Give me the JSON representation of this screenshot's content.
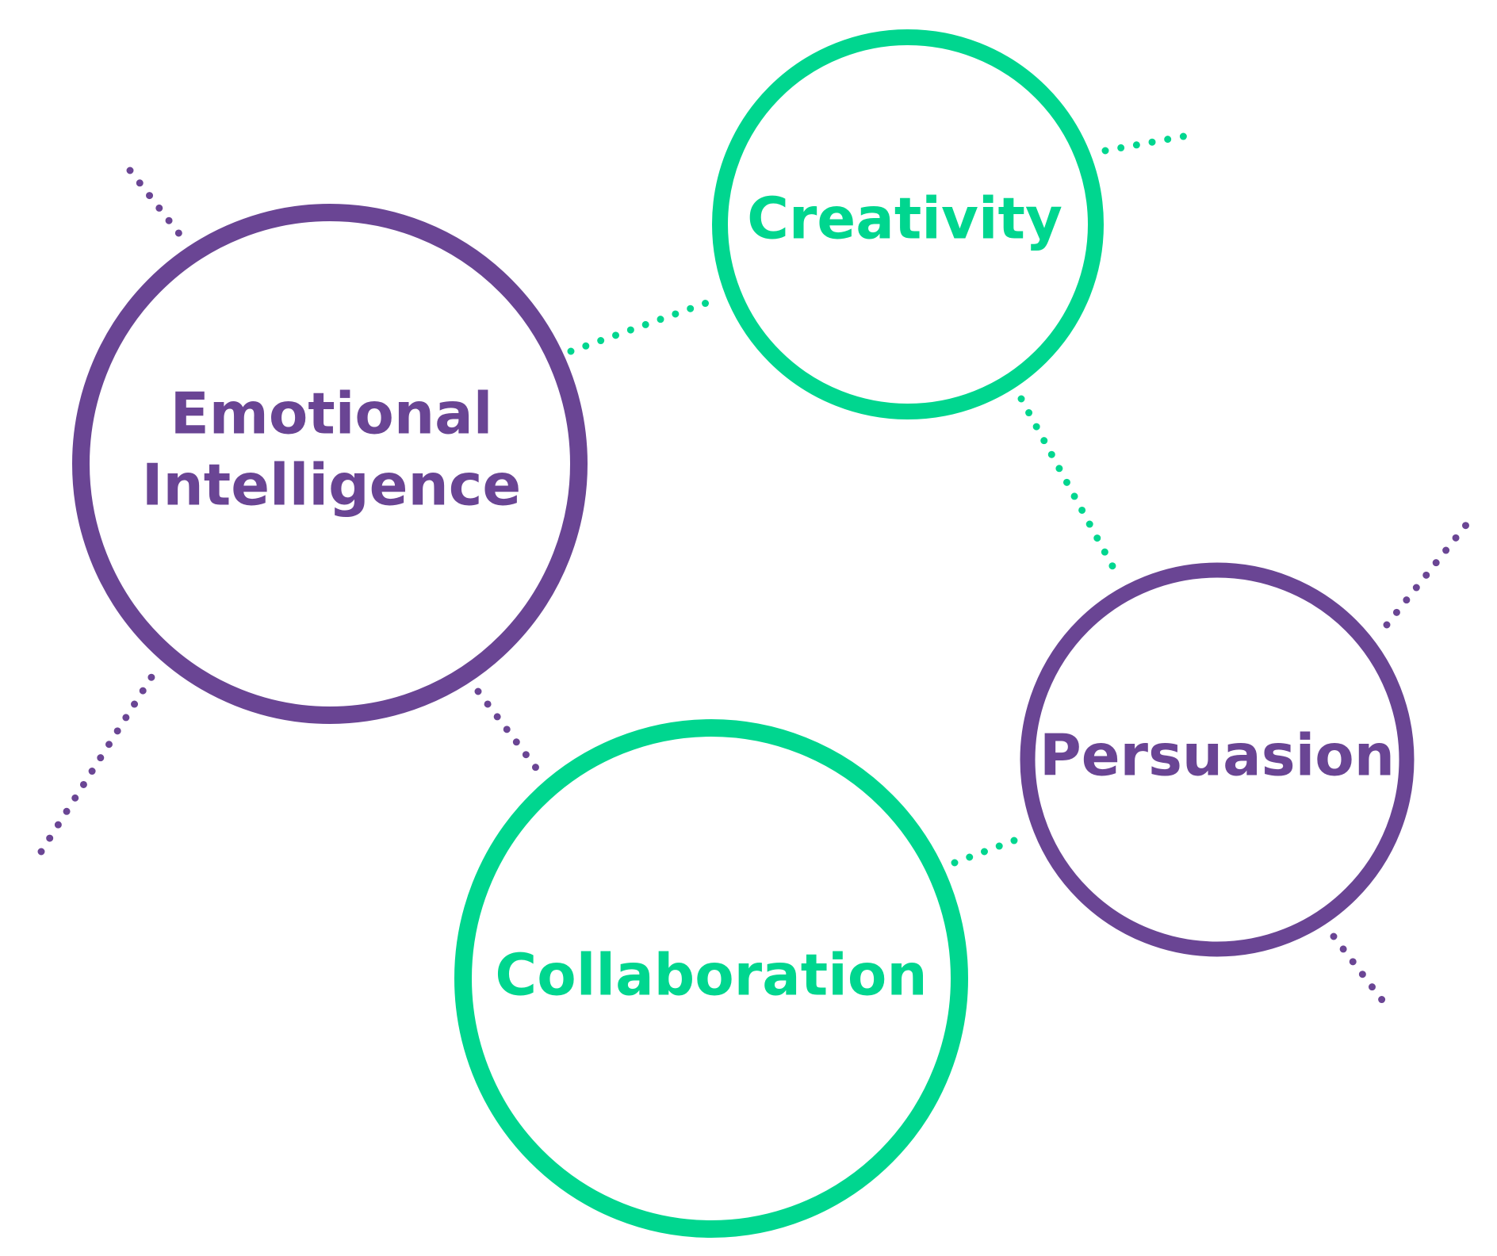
{
  "colors": {
    "purple": "#6a4594",
    "green": "#00d68f",
    "background": "#ffffff"
  },
  "nodes": {
    "emotional_intelligence": {
      "line1": "Emotional",
      "line2": "Intelligence",
      "color": "#6a4594"
    },
    "creativity": {
      "label": "Creativity",
      "color": "#00d68f"
    },
    "persuasion": {
      "label": "Persuasion",
      "color": "#6a4594"
    },
    "collaboration": {
      "label": "Collaboration",
      "color": "#00d68f"
    }
  }
}
